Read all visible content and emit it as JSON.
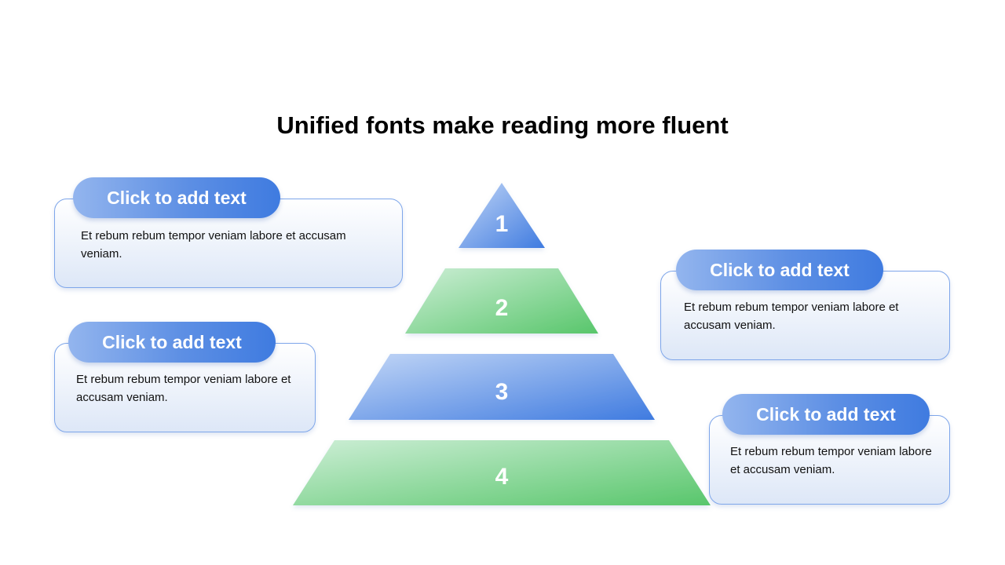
{
  "title": "Unified fonts make reading more fluent",
  "pyramid": {
    "tiers": [
      {
        "label": "1",
        "color": "blue"
      },
      {
        "label": "2",
        "color": "green"
      },
      {
        "label": "3",
        "color": "blue"
      },
      {
        "label": "4",
        "color": "green"
      }
    ]
  },
  "colors": {
    "blue_dark": "#3f7be0",
    "blue_light": "#bcd2f5",
    "green_dark": "#5cc86e",
    "green_light": "#c6ecd0",
    "box_border": "#7ea6ea"
  },
  "callouts": [
    {
      "heading": "Click to add text",
      "body": "Et rebum rebum tempor veniam labore et accusam veniam."
    },
    {
      "heading": "Click to add text",
      "body": "Et rebum rebum tempor veniam labore et accusam veniam."
    },
    {
      "heading": "Click to add text",
      "body": "Et rebum rebum tempor veniam labore et accusam veniam."
    },
    {
      "heading": "Click to add text",
      "body": "Et rebum rebum tempor veniam labore et accusam veniam."
    }
  ]
}
